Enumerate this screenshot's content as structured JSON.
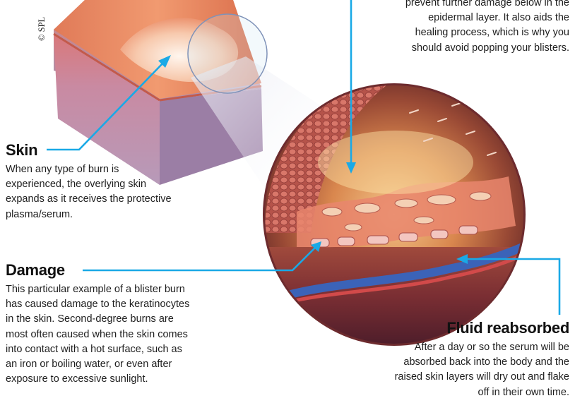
{
  "credit": "© SPL",
  "callouts": {
    "serum": {
      "lines": [
        "prevent further damage below in the",
        "epidermal layer. It also aids the",
        "healing process, which is why you",
        "should avoid popping your blisters."
      ]
    },
    "skin": {
      "title": "Skin",
      "lines": [
        "When any type of burn is",
        "experienced, the overlying skin",
        "expands as it receives the protective",
        "plasma/serum."
      ]
    },
    "damage": {
      "title": "Damage",
      "lines": [
        "This particular example of a blister burn",
        "has caused damage to the keratinocytes",
        "in the skin. Second-degree burns are",
        "most often caused when the skin comes",
        "into contact with a hot surface, such as",
        "an iron or boiling water, or even after",
        "exposure to excessive sunlight."
      ]
    },
    "fluid": {
      "title": "Fluid reabsorbed",
      "lines": [
        "After a day or so the serum will be",
        "absorbed back into the body and the",
        "raised skin layers will dry out and flake",
        "off in their own time."
      ]
    }
  },
  "colors": {
    "leader": "#1aa9e6",
    "skin_surface": "#e6875f",
    "skin_side": "#c78aa0",
    "blister": "#f7d7c4"
  }
}
